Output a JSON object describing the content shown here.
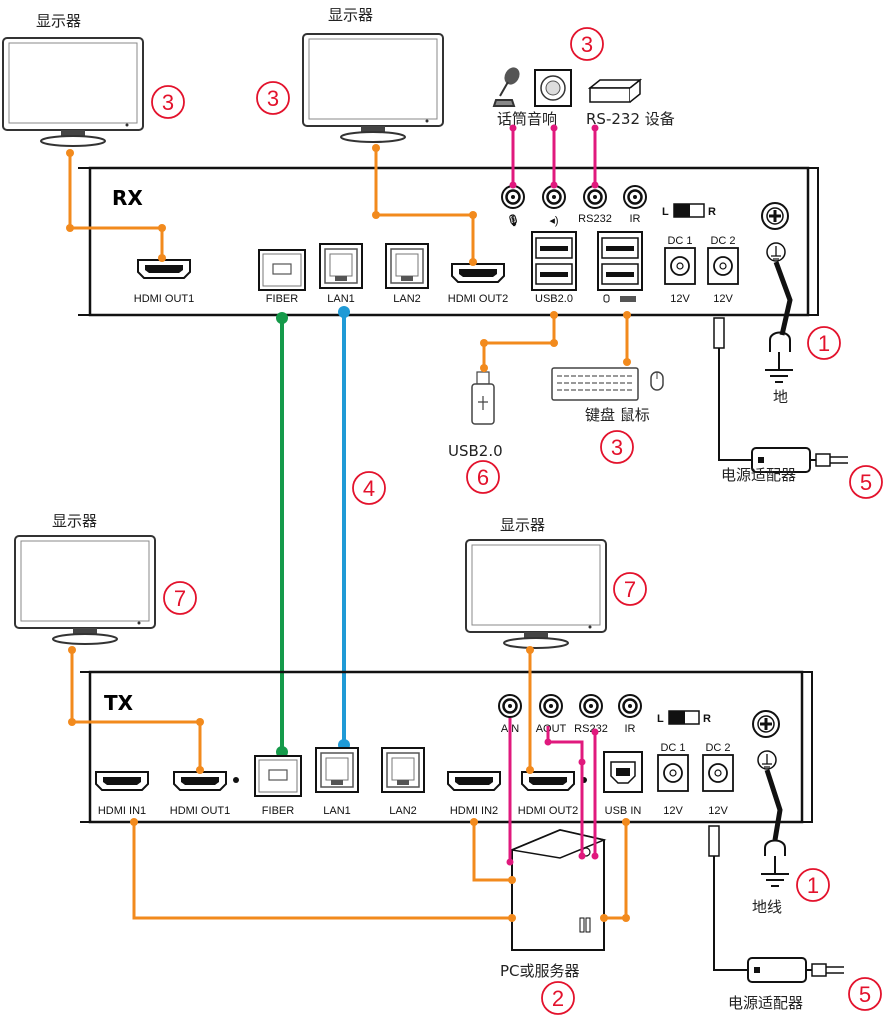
{
  "rx": {
    "title": "RX",
    "ports": {
      "hdmi_out1": "HDMI OUT1",
      "fiber": "FIBER",
      "lan1": "LAN1",
      "lan2": "LAN2",
      "hdmi_out2": "HDMI OUT2",
      "usb": "USB2.0",
      "rs232": "RS232",
      "ir": "IR",
      "dc1": "DC 1",
      "dc2": "DC 2",
      "v1": "12V",
      "v2": "12V",
      "switch_l": "L",
      "switch_r": "R"
    }
  },
  "tx": {
    "title": "TX",
    "ports": {
      "hdmi_in1": "HDMI IN1",
      "hdmi_out1": "HDMI OUT1",
      "fiber": "FIBER",
      "lan1": "LAN1",
      "lan2": "LAN2",
      "hdmi_in2": "HDMI IN2",
      "hdmi_out2": "HDMI OUT2",
      "usb_in": "USB IN",
      "ain": "AIN",
      "aout": "AOUT",
      "rs232": "RS232",
      "ir": "IR",
      "dc1": "DC 1",
      "dc2": "DC 2",
      "v1": "12V",
      "v2": "12V",
      "switch_l": "L",
      "switch_r": "R"
    }
  },
  "labels": {
    "monitor_rx1": "显示器",
    "monitor_rx2": "显示器",
    "monitor_tx1": "显示器",
    "monitor_tx2": "显示器",
    "mic_speaker": "话筒音响",
    "rs232_device": "RS-232 设备",
    "keyboard_mouse": "键盘  鼠标",
    "usb_drive": "USB2.0",
    "ground_rx": "地",
    "ground_tx": "地线",
    "adapter_rx": "电源适配器",
    "adapter_tx": "电源适配器",
    "pc": "PC或服务器"
  },
  "numbers": {
    "n_rx_mon1": "3",
    "n_rx_mon2": "3",
    "n_rx_peri": "3",
    "n_rx_kbd": "3",
    "n_rx_ground": "1",
    "n_rx_adapter": "5",
    "n_usb": "6",
    "n_cable": "4",
    "n_tx_mon1": "7",
    "n_tx_mon2": "7",
    "n_tx_ground": "1",
    "n_tx_adapter": "5",
    "n_pc": "2"
  }
}
